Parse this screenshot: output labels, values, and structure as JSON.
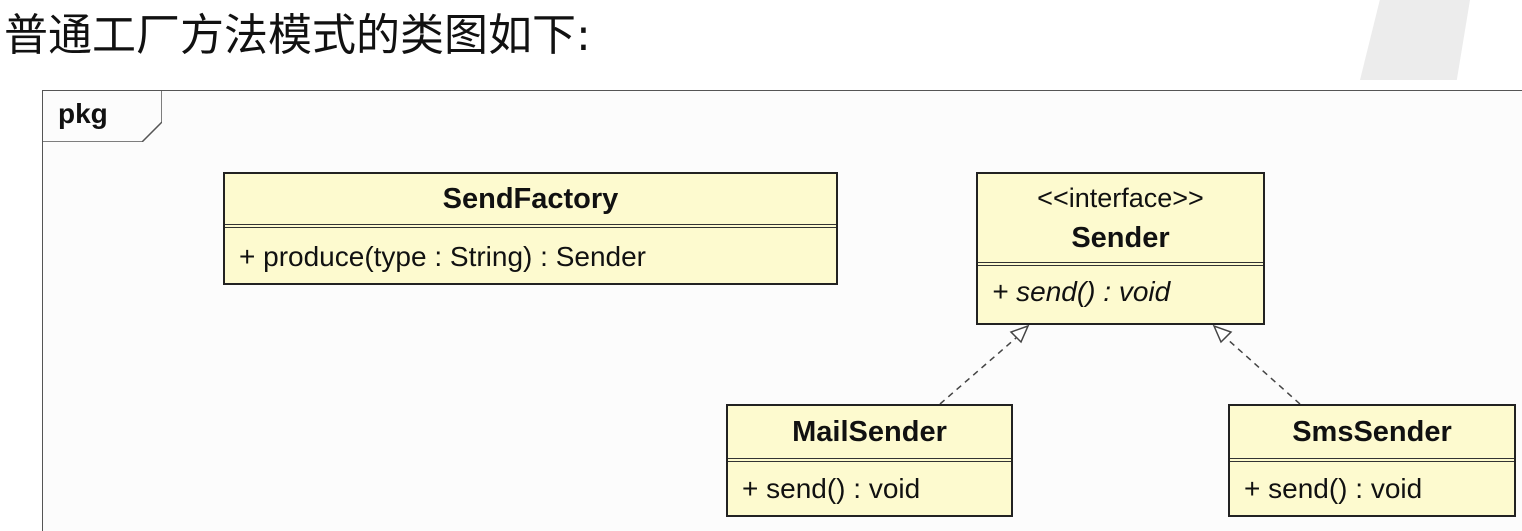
{
  "heading": "普通工厂方法模式的类图如下:",
  "package": {
    "label": "pkg"
  },
  "classes": {
    "send_factory": {
      "name": "SendFactory",
      "operation": "+ produce(type : String) : Sender"
    },
    "sender": {
      "stereotype": "<<interface>>",
      "name": "Sender",
      "operation": "+ send() : void"
    },
    "mail_sender": {
      "name": "MailSender",
      "operation": "+ send() : void"
    },
    "sms_sender": {
      "name": "SmsSender",
      "operation": "+ send() : void"
    }
  },
  "relations": [
    {
      "from": "MailSender",
      "to": "Sender",
      "type": "realization"
    },
    {
      "from": "SmsSender",
      "to": "Sender",
      "type": "realization"
    }
  ],
  "colors": {
    "class_fill": "#fdfacf",
    "border": "#222222",
    "frame": "#555555"
  }
}
